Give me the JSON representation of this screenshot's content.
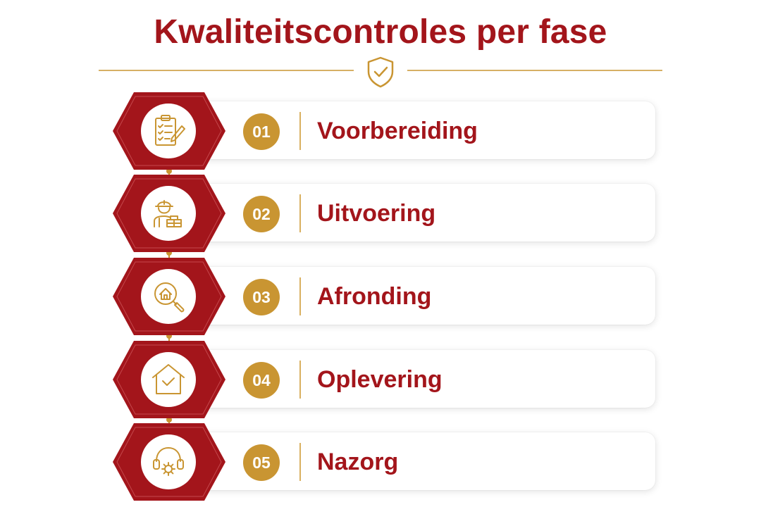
{
  "title": "Kwaliteitscontroles per fase",
  "colors": {
    "primary": "#a3151b",
    "accent": "#c99532",
    "card": "#ffffff"
  },
  "header_icon": "shield-check-icon",
  "steps": [
    {
      "number": "01",
      "label": "Voorbereiding",
      "icon": "clipboard-checklist-icon"
    },
    {
      "number": "02",
      "label": "Uitvoering",
      "icon": "construction-worker-icon"
    },
    {
      "number": "03",
      "label": "Afronding",
      "icon": "house-magnifier-icon"
    },
    {
      "number": "04",
      "label": "Oplevering",
      "icon": "house-check-icon"
    },
    {
      "number": "05",
      "label": "Nazorg",
      "icon": "headset-gear-icon"
    }
  ]
}
